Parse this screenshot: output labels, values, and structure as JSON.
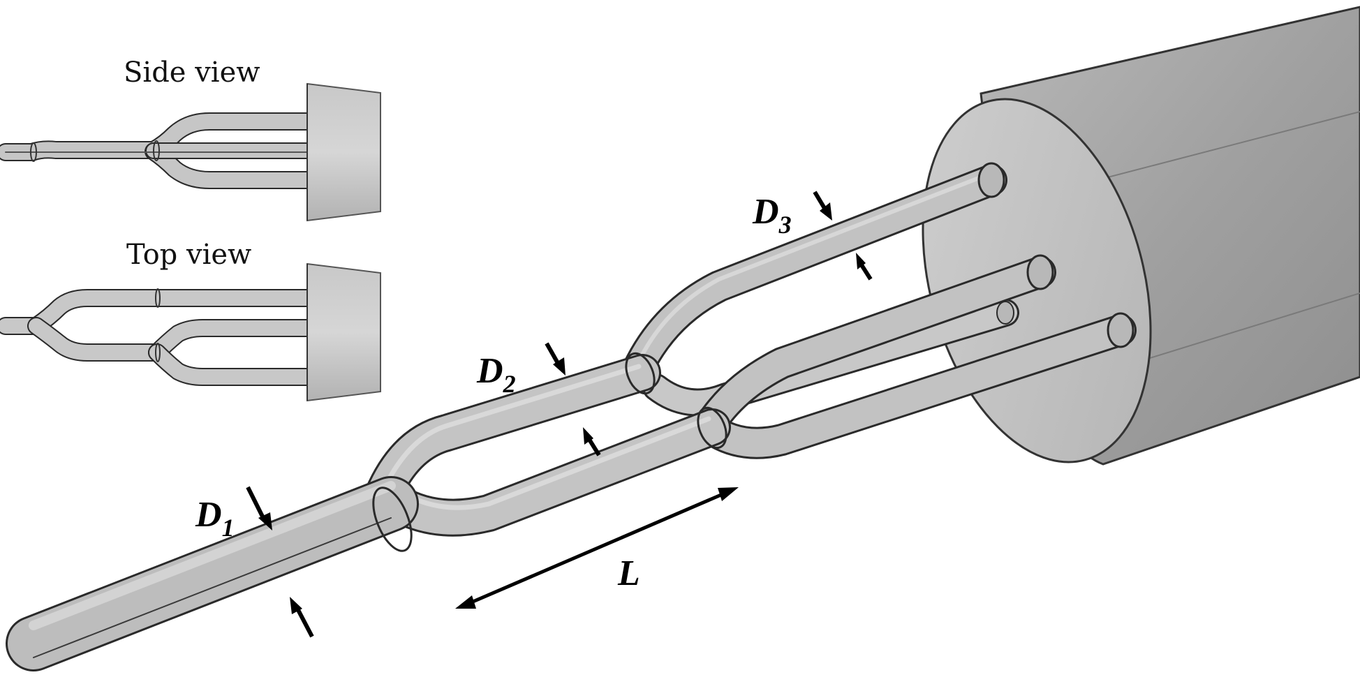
{
  "views": {
    "side_title": "Side view",
    "top_title": "Top view"
  },
  "dimensions": {
    "d1": {
      "main": "D",
      "sub": "1"
    },
    "d2": {
      "main": "D",
      "sub": "2"
    },
    "d3": {
      "main": "D",
      "sub": "3"
    },
    "length": "L"
  },
  "colors": {
    "tube_fill": "#c4c4c4",
    "tube_outline": "#2a2a2a",
    "cone_face": "#bcbcbc",
    "cone_body": "#a4a4a4",
    "arrow": "#000000"
  }
}
